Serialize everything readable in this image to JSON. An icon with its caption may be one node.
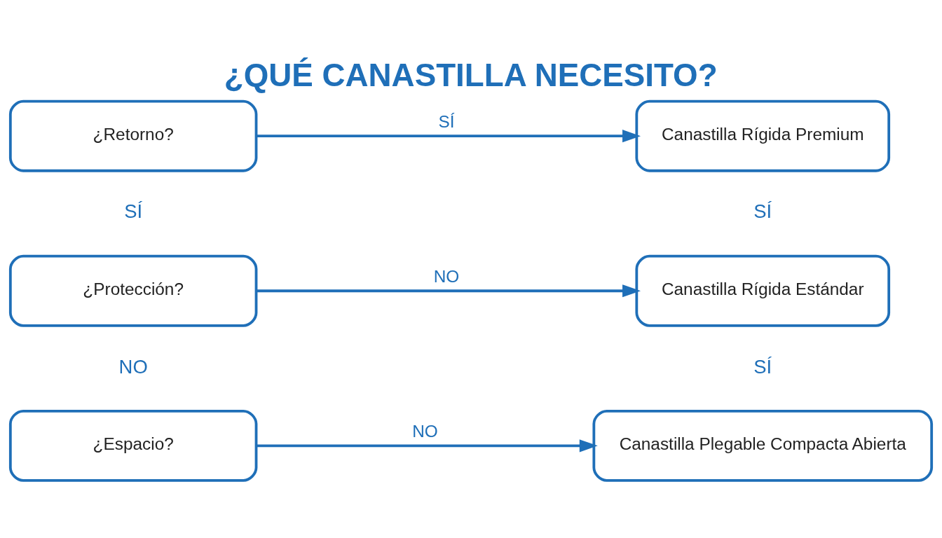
{
  "diagram": {
    "title": "¿QUÉ CANASTILLA NECESITO?",
    "nodes": [
      {
        "text": [
          "¿Retorno?"
        ]
      },
      {
        "text": [
          "Canastilla Rígida Premium"
        ]
      },
      {
        "text": [
          "¿Protección?"
        ]
      },
      {
        "text": [
          "Canastilla Rígida Estándar"
        ]
      },
      {
        "text": [
          "¿Espacio?"
        ]
      },
      {
        "text": [
          "Canastilla Plegable Compacta Abierta"
        ]
      }
    ],
    "edges": [
      {
        "from": 0,
        "to": 1,
        "arrow": "to",
        "label": "SÍ"
      },
      {
        "from": 2,
        "to": 3,
        "arrow": "to",
        "label": "NO"
      },
      {
        "from": 4,
        "to": 5,
        "arrow": "to",
        "label": "NO"
      }
    ],
    "labels": [
      "SÍ",
      "SÍ",
      "NO",
      "SÍ"
    ]
  }
}
